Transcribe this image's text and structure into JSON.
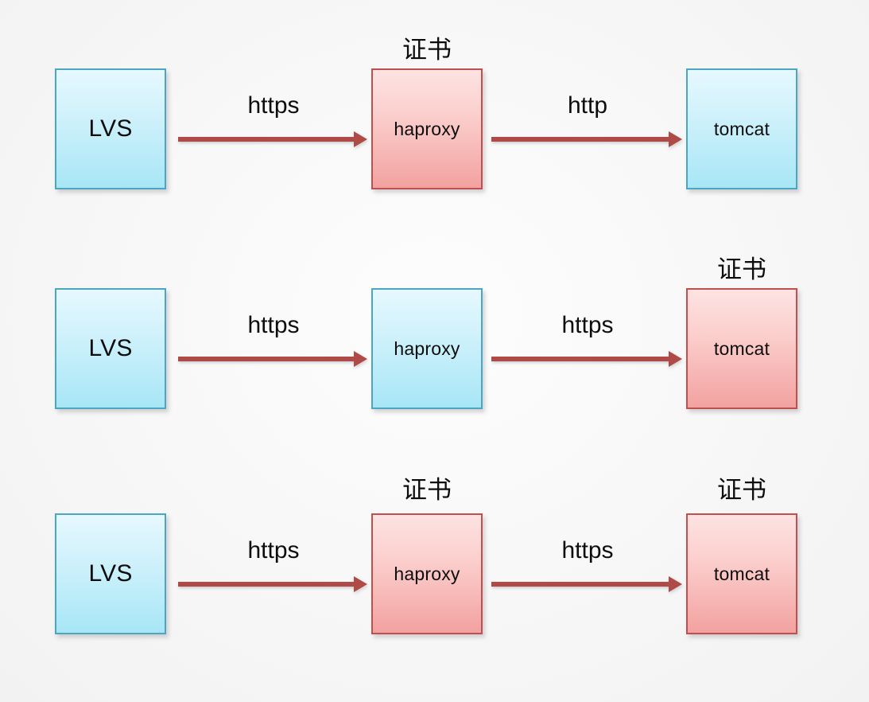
{
  "diagram": {
    "background_color": "#f8f8f8",
    "blue_node_color": "#a8e6f6",
    "blue_node_border": "#4aa7bf",
    "pink_node_color": "#f2a2a0",
    "pink_node_border": "#c0504d",
    "arrow_color": "#b04a47",
    "cert_caption": "证书",
    "rows": [
      {
        "lvs": "LVS",
        "arrow1": "https",
        "haproxy": "haproxy",
        "haproxy_cert": "证书",
        "arrow2": "http",
        "tomcat": "tomcat",
        "tomcat_cert": ""
      },
      {
        "lvs": "LVS",
        "arrow1": "https",
        "haproxy": "haproxy",
        "haproxy_cert": "",
        "arrow2": "https",
        "tomcat": "tomcat",
        "tomcat_cert": "证书"
      },
      {
        "lvs": "LVS",
        "arrow1": "https",
        "haproxy": "haproxy",
        "haproxy_cert": "证书",
        "arrow2": "https",
        "tomcat": "tomcat",
        "tomcat_cert": "证书"
      }
    ]
  }
}
